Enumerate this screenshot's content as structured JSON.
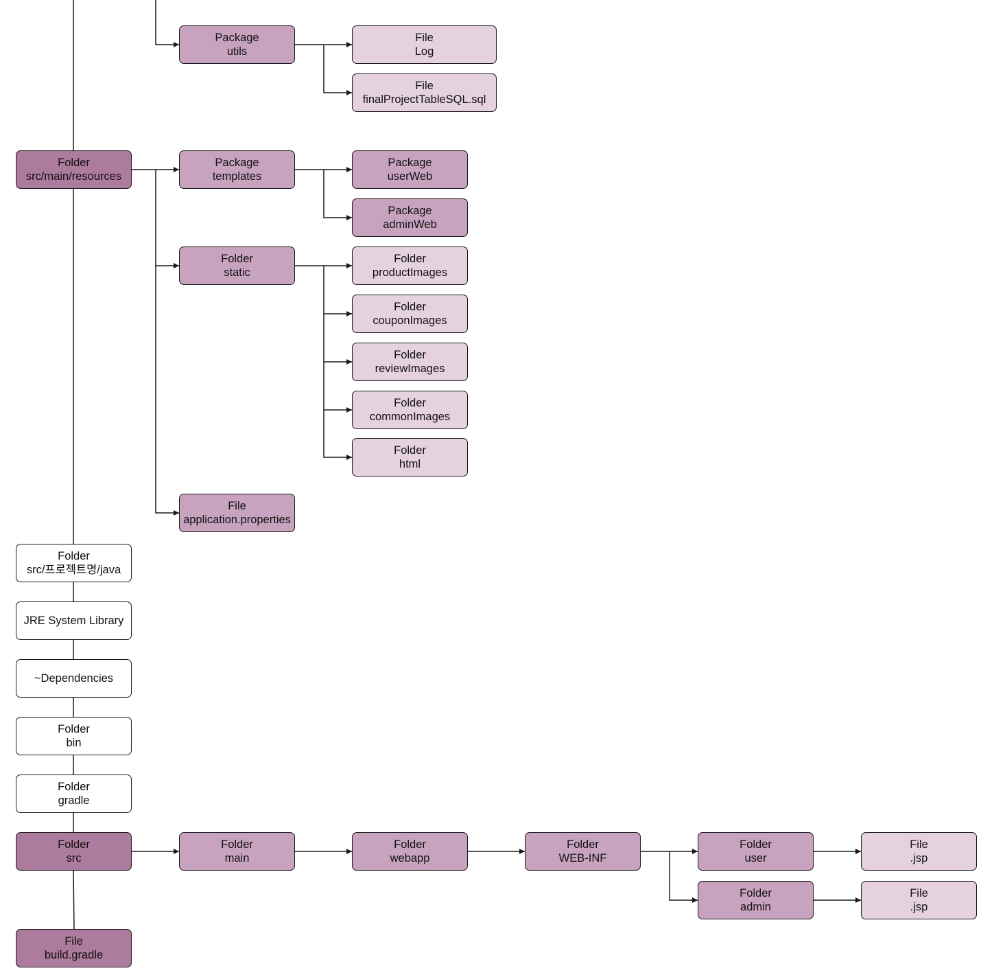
{
  "palette": {
    "dark": "#ad7b9d",
    "medium": "#c8a3bf",
    "light": "#e6d2df",
    "white": "#ffffff",
    "stroke": "#1a1a1a"
  },
  "nodes": {
    "pkg_utils": {
      "lines": [
        "Package",
        "utils"
      ],
      "tone": "medium"
    },
    "file_log": {
      "lines": [
        "File",
        "Log"
      ],
      "tone": "light"
    },
    "file_sql": {
      "lines": [
        "File",
        "finalProjectTableSQL.sql"
      ],
      "tone": "light"
    },
    "folder_resources": {
      "lines": [
        "Folder",
        "src/main/resources"
      ],
      "tone": "dark"
    },
    "pkg_templates": {
      "lines": [
        "Package",
        "templates"
      ],
      "tone": "medium"
    },
    "pkg_userweb": {
      "lines": [
        "Package",
        "userWeb"
      ],
      "tone": "medium"
    },
    "pkg_adminweb": {
      "lines": [
        "Package",
        "adminWeb"
      ],
      "tone": "medium"
    },
    "folder_static": {
      "lines": [
        "Folder",
        "static"
      ],
      "tone": "medium"
    },
    "folder_productimages": {
      "lines": [
        "Folder",
        "productImages"
      ],
      "tone": "light"
    },
    "folder_couponimages": {
      "lines": [
        "Folder",
        "couponImages"
      ],
      "tone": "light"
    },
    "folder_reviewimages": {
      "lines": [
        "Folder",
        "reviewImages"
      ],
      "tone": "light"
    },
    "folder_commonimages": {
      "lines": [
        "Folder",
        "commonImages"
      ],
      "tone": "light"
    },
    "folder_html": {
      "lines": [
        "Folder",
        "html"
      ],
      "tone": "light"
    },
    "file_appprops": {
      "lines": [
        "File",
        "application.properties"
      ],
      "tone": "medium"
    },
    "folder_srcjava": {
      "lines": [
        "Folder",
        "src/프로젝트명/java"
      ],
      "tone": "white"
    },
    "jre_library": {
      "lines": [
        "JRE System Library"
      ],
      "tone": "white"
    },
    "dependencies": {
      "lines": [
        "~Dependencies"
      ],
      "tone": "white"
    },
    "folder_bin": {
      "lines": [
        "Folder",
        "bin"
      ],
      "tone": "white"
    },
    "folder_gradle": {
      "lines": [
        "Folder",
        "gradle"
      ],
      "tone": "white"
    },
    "folder_src": {
      "lines": [
        "Folder",
        "src"
      ],
      "tone": "dark"
    },
    "folder_main": {
      "lines": [
        "Folder",
        "main"
      ],
      "tone": "medium"
    },
    "folder_webapp": {
      "lines": [
        "Folder",
        "webapp"
      ],
      "tone": "medium"
    },
    "folder_webinf": {
      "lines": [
        "Folder",
        "WEB-INF"
      ],
      "tone": "medium"
    },
    "folder_user": {
      "lines": [
        "Folder",
        "user"
      ],
      "tone": "medium"
    },
    "folder_admin": {
      "lines": [
        "Folder",
        "admin"
      ],
      "tone": "medium"
    },
    "file_jsp_user": {
      "lines": [
        "File",
        ".jsp"
      ],
      "tone": "light"
    },
    "file_jsp_admin": {
      "lines": [
        "File",
        ".jsp"
      ],
      "tone": "light"
    },
    "file_buildgradle": {
      "lines": [
        "File",
        "build.gradle"
      ],
      "tone": "dark"
    }
  }
}
